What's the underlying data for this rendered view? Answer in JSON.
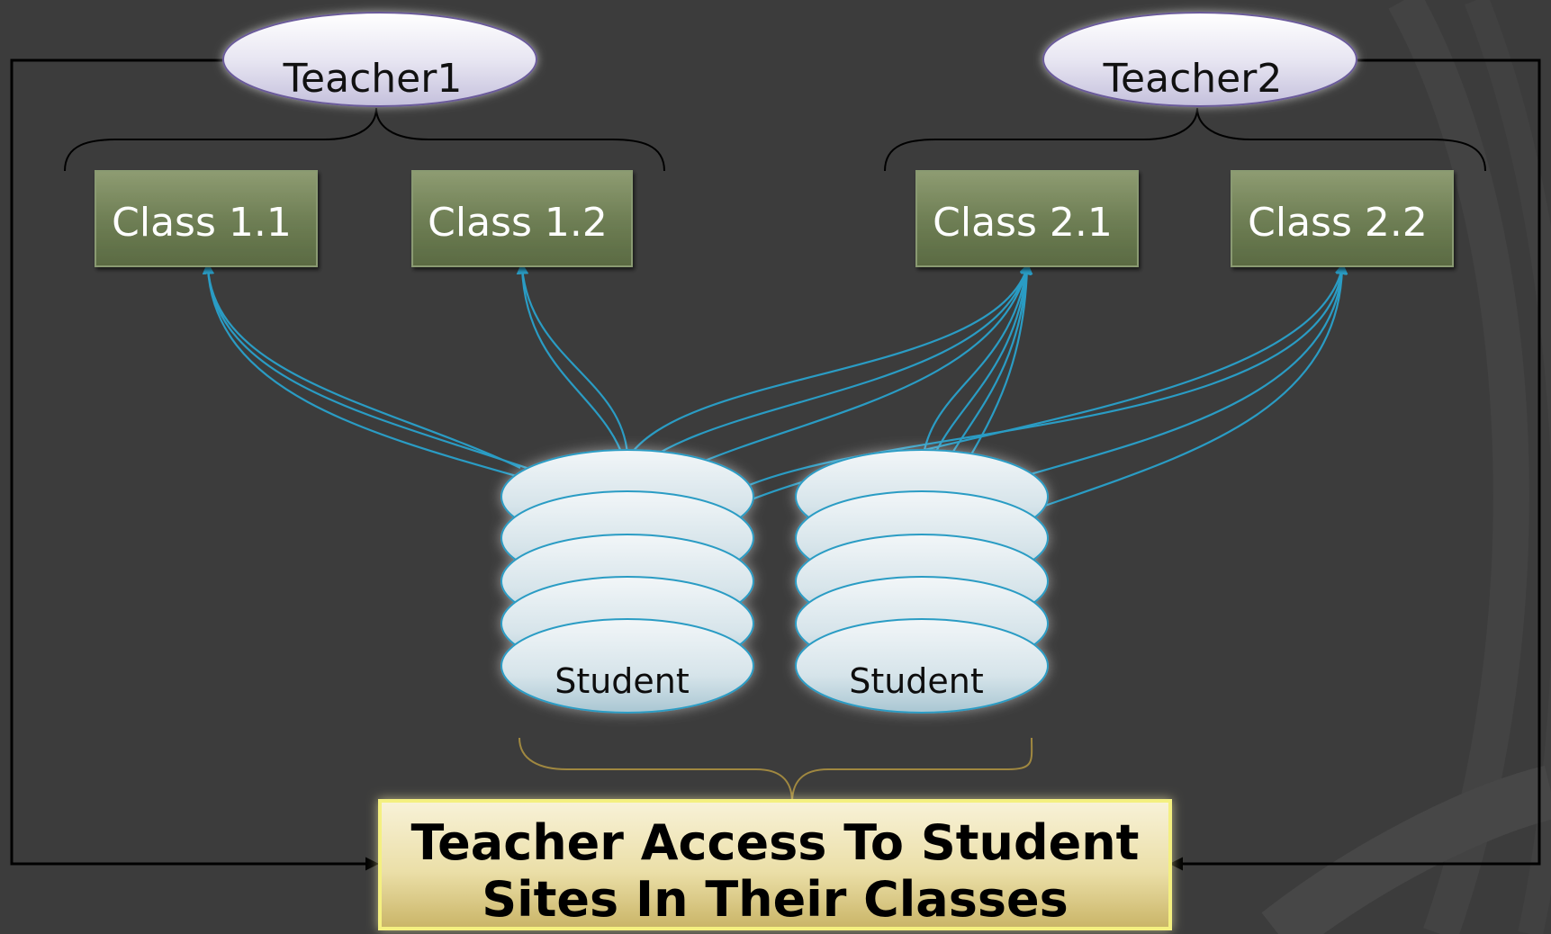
{
  "teachers": [
    {
      "label": "Teacher1"
    },
    {
      "label": "Teacher2"
    }
  ],
  "classes": [
    {
      "label": "Class 1.1"
    },
    {
      "label": "Class 1.2"
    },
    {
      "label": "Class 2.1"
    },
    {
      "label": "Class 2.2"
    }
  ],
  "students": [
    {
      "label": "Student"
    },
    {
      "label": "Student"
    }
  ],
  "access_box": {
    "line1": "Teacher Access To Student",
    "line2": "Sites In Their Classes"
  },
  "colors": {
    "background": "#3c3c3c",
    "class_box": "#6f7f55",
    "flow_lines": "#2a9cc4",
    "access_box": "#e8d89a"
  }
}
